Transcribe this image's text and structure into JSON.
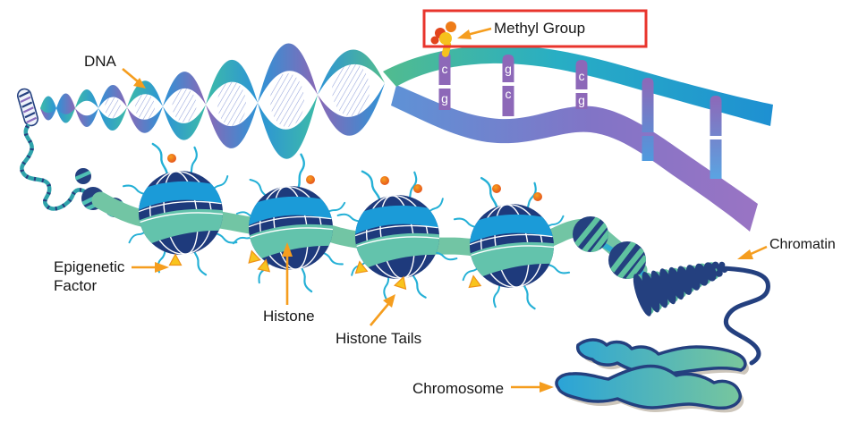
{
  "diagram": {
    "background": "#ffffff",
    "labels": {
      "dna": "DNA",
      "methyl_group": "Methyl Group",
      "epigenetic_factor": {
        "line1": "Epigenetic",
        "line2": "Factor"
      },
      "histone": "Histone",
      "histone_tails": "Histone Tails",
      "chromatin": "Chromatin",
      "chromosome": "Chromosome"
    },
    "base_pairs": [
      {
        "top": "c",
        "bottom": "g"
      },
      {
        "top": "g",
        "bottom": "c"
      },
      {
        "top": "c",
        "bottom": "g"
      }
    ],
    "colors": {
      "navy": "#1e3a7c",
      "blue_band": "#1b9bd8",
      "teal_band": "#63c3ac",
      "green_ribbon": "#72c5a4",
      "cyan_tail": "#24b0d6",
      "purple": "#8d68b8",
      "strand_green": "#52bc8e",
      "strand_blue": "#1e90d2",
      "methyl_orange": "#ee7c18",
      "methyl_red": "#e2441c",
      "factor_yellow": "#f6c11d",
      "arrow_orange": "#f59d1e",
      "highlight_red": "#e8342c",
      "chromosome_blue": "#29a3d8",
      "chromosome_green": "#7cc89a"
    }
  }
}
